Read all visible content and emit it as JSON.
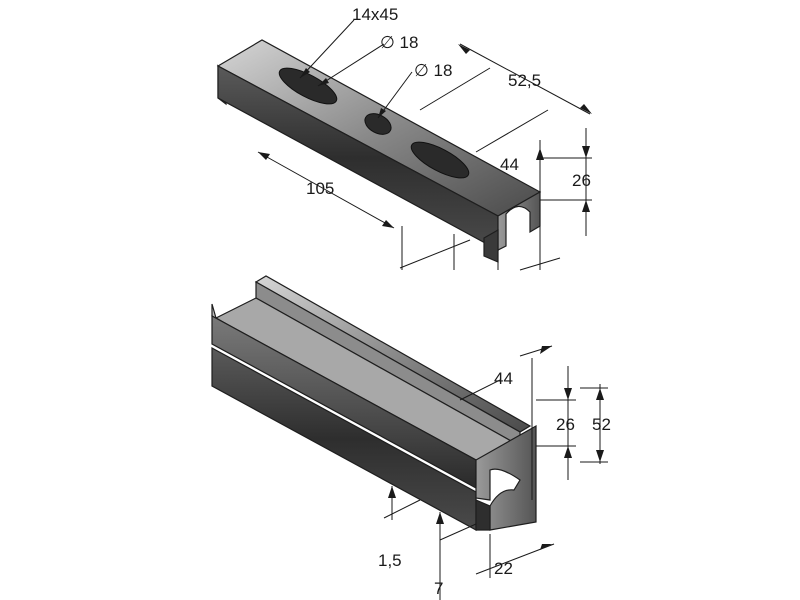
{
  "diagram": {
    "top_profile": {
      "labels": {
        "slot": "14x45",
        "hole_a": "∅ 18",
        "hole_b": "∅ 18",
        "depth": "52,5",
        "width": "44",
        "height": "26",
        "pitch": "105"
      }
    },
    "bottom_profile": {
      "labels": {
        "width": "44",
        "height_inner": "26",
        "height_total": "52",
        "thickness": "1,5",
        "lip": "7",
        "opening": "22"
      }
    },
    "colors": {
      "steel_dark": "#3a3a3a",
      "steel_mid": "#6a6a6a",
      "steel_light": "#b8b8b8",
      "dimension": "#1a1a1a"
    }
  }
}
